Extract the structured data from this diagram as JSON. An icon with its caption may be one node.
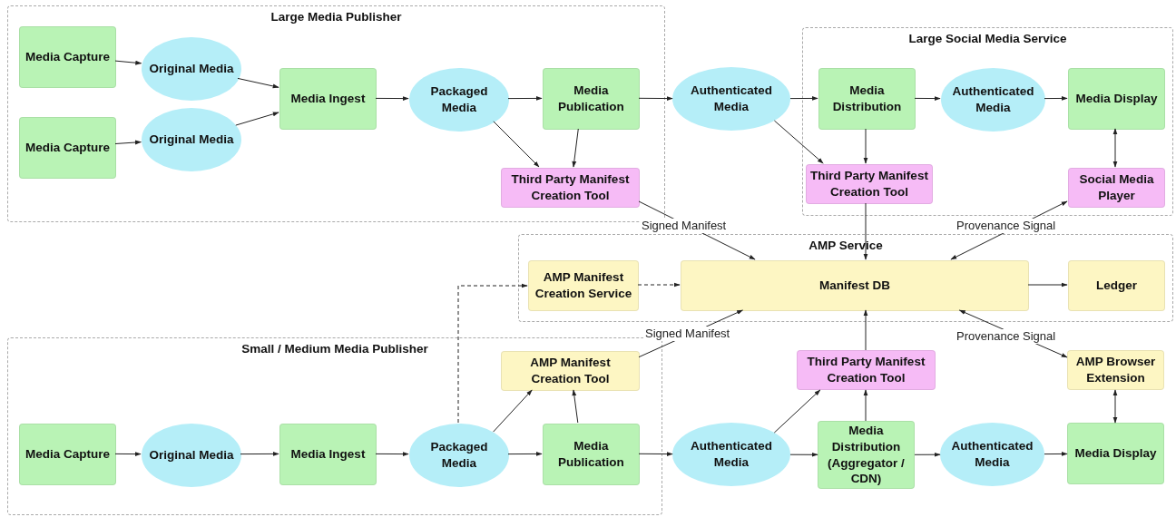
{
  "diagram": {
    "nodes": [
      {
        "text": [
          "Large Media Publisher"
        ]
      },
      {
        "text": [
          "Media Capture"
        ],
        "in": 0
      },
      {
        "text": [
          "Original Media"
        ],
        "in": 0
      },
      {
        "text": [
          "Media Capture"
        ],
        "in": 0
      },
      {
        "text": [
          "Original Media"
        ],
        "in": 0
      },
      {
        "text": [
          "Media Ingest"
        ],
        "in": 0
      },
      {
        "text": [
          "Packaged Media"
        ],
        "in": 0
      },
      {
        "text": [
          "Media Publication"
        ],
        "in": 0
      },
      {
        "text": [
          "Third Party Manifest Creation Tool"
        ],
        "in": 0
      },
      {
        "text": [
          "Authenticated Media"
        ]
      },
      {
        "text": [
          "Large Social Media Service"
        ]
      },
      {
        "text": [
          "Media Distribution"
        ],
        "in": 10
      },
      {
        "text": [
          "Authenticated Media"
        ],
        "in": 10
      },
      {
        "text": [
          "Media Display"
        ],
        "in": 10
      },
      {
        "text": [
          "Third Party Manifest Creation Tool"
        ],
        "in": 10
      },
      {
        "text": [
          "Social Media Player"
        ],
        "in": 10
      },
      {
        "text": [
          "AMP Service"
        ]
      },
      {
        "text": [
          "AMP Manifest Creation Service"
        ],
        "in": 16
      },
      {
        "text": [
          "Manifest DB"
        ],
        "in": 16
      },
      {
        "text": [
          "Ledger"
        ],
        "in": 16
      },
      {
        "text": [
          "Small / Medium Media Publisher"
        ]
      },
      {
        "text": [
          "AMP Manifest Creation Tool"
        ],
        "in": 20
      },
      {
        "text": [
          "Third Party Manifest Creation Tool"
        ]
      },
      {
        "text": [
          "AMP Browser Extension"
        ]
      },
      {
        "text": [
          "Media Capture"
        ],
        "in": 20
      },
      {
        "text": [
          "Original Media"
        ],
        "in": 20
      },
      {
        "text": [
          "Media Ingest"
        ],
        "in": 20
      },
      {
        "text": [
          "Packaged Media"
        ],
        "in": 20
      },
      {
        "text": [
          "Media Publication"
        ],
        "in": 20
      },
      {
        "text": [
          "Authenticated Media"
        ]
      },
      {
        "text": [
          "Media Distribution (Aggregator / CDN)"
        ]
      },
      {
        "text": [
          "Authenticated Media"
        ]
      },
      {
        "text": [
          "Media Display"
        ]
      }
    ],
    "edges": [
      {
        "from": 1,
        "to": 2,
        "arrow": "to"
      },
      {
        "from": 3,
        "to": 4,
        "arrow": "to"
      },
      {
        "from": 2,
        "to": 5,
        "arrow": "to"
      },
      {
        "from": 4,
        "to": 5,
        "arrow": "to"
      },
      {
        "from": 5,
        "to": 6,
        "arrow": "to"
      },
      {
        "from": 6,
        "to": 7,
        "arrow": "to"
      },
      {
        "from": 7,
        "to": 9,
        "arrow": "to"
      },
      {
        "from": 9,
        "to": 11,
        "arrow": "to"
      },
      {
        "from": 11,
        "to": 12,
        "arrow": "to"
      },
      {
        "from": 12,
        "to": 13,
        "arrow": "to"
      },
      {
        "from": 13,
        "to": 15,
        "arrow": "both"
      },
      {
        "from": 6,
        "to": 8,
        "arrow": "to"
      },
      {
        "from": 7,
        "to": 8,
        "arrow": "to"
      },
      {
        "from": 9,
        "to": 14,
        "arrow": "to"
      },
      {
        "from": 11,
        "to": 14,
        "arrow": "to"
      },
      {
        "from": 8,
        "to": 18,
        "arrow": "to",
        "label": "Signed Manifest"
      },
      {
        "from": 14,
        "to": 18,
        "arrow": "to"
      },
      {
        "from": 18,
        "to": 15,
        "arrow": "both",
        "label": "Provenance Signal"
      },
      {
        "from": 17,
        "to": 18,
        "arrow": "to",
        "style": "dashed"
      },
      {
        "from": 18,
        "to": 19,
        "arrow": "to"
      },
      {
        "from": 27,
        "to": 17,
        "arrow": "to",
        "style": "dashed"
      },
      {
        "from": 27,
        "to": 21,
        "arrow": "to"
      },
      {
        "from": 28,
        "to": 21,
        "arrow": "to"
      },
      {
        "from": 21,
        "to": 18,
        "arrow": "to",
        "label": "Signed Manifest"
      },
      {
        "from": 22,
        "to": 18,
        "arrow": "to"
      },
      {
        "from": 18,
        "to": 23,
        "arrow": "both",
        "label": "Provenance Signal"
      },
      {
        "from": 29,
        "to": 22,
        "arrow": "to"
      },
      {
        "from": 30,
        "to": 22,
        "arrow": "to"
      },
      {
        "from": 23,
        "to": 32,
        "arrow": "both"
      },
      {
        "from": 24,
        "to": 25,
        "arrow": "to"
      },
      {
        "from": 25,
        "to": 26,
        "arrow": "to"
      },
      {
        "from": 26,
        "to": 27,
        "arrow": "to"
      },
      {
        "from": 27,
        "to": 28,
        "arrow": "to"
      },
      {
        "from": 28,
        "to": 29,
        "arrow": "to"
      },
      {
        "from": 29,
        "to": 30,
        "arrow": "to"
      },
      {
        "from": 30,
        "to": 31,
        "arrow": "to"
      },
      {
        "from": 31,
        "to": 32,
        "arrow": "to"
      }
    ]
  }
}
